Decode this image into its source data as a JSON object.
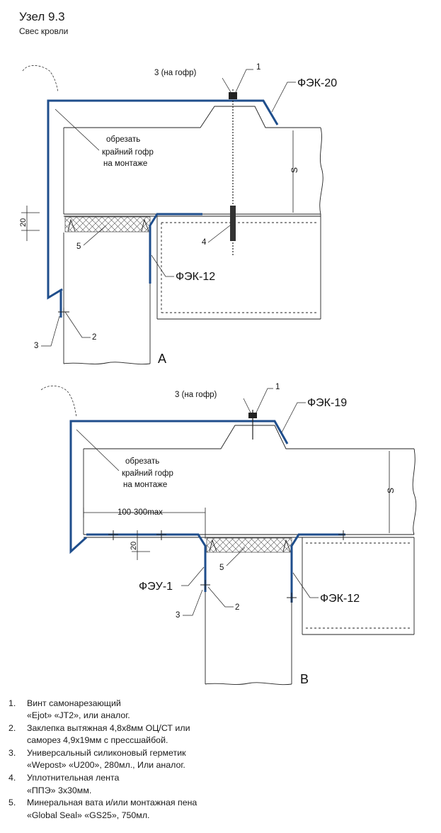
{
  "header": {
    "title": "Узел 9.3",
    "subtitle": "Свес кровли"
  },
  "diagram_a": {
    "label_screw": "3 (на гофр)",
    "label_1": "1",
    "profile_top": "ФЭК-20",
    "note_cut": [
      "обрезать",
      "крайний гофр",
      "на монтаже"
    ],
    "dim_s": "S",
    "dim_20": "20",
    "label_4": "4",
    "label_5": "5",
    "profile_bottom": "ФЭК-12",
    "label_3": "3",
    "label_2": "2",
    "letter": "A"
  },
  "diagram_b": {
    "label_screw": "3 (на гофр)",
    "label_1": "1",
    "profile_top": "ФЭК-19",
    "note_cut": [
      "обрезать",
      "крайний гофр",
      "на монтаже"
    ],
    "dim_s": "S",
    "dim_range": "100-300max",
    "dim_20": "20",
    "label_5": "5",
    "profile_left": "ФЭУ-1",
    "profile_right": "ФЭК-12",
    "label_3": "3",
    "label_2": "2",
    "letter": "B"
  },
  "notes": [
    {
      "num": "1.",
      "lines": [
        "Винт самонарезающий",
        "«Ejot» «JT2», или аналог."
      ]
    },
    {
      "num": "2.",
      "lines": [
        "Заклепка вытяжная 4,8х8мм ОЦ/СТ или",
        "саморез 4,9х19мм с прессшайбой."
      ]
    },
    {
      "num": "3.",
      "lines": [
        "Универсальный силиконовый герметик",
        "«Wepost» «U200», 280мл., Или аналог."
      ]
    },
    {
      "num": "4.",
      "lines": [
        "Уплотнительная лента",
        "«ППЭ» 3х30мм."
      ]
    },
    {
      "num": "5.",
      "lines": [
        "Минеральная вата и/или монтажная пена",
        "«Global Seal» «GS25», 750мл."
      ]
    }
  ],
  "colors": {
    "flashing": "#1f4e8c",
    "line": "#222222"
  }
}
